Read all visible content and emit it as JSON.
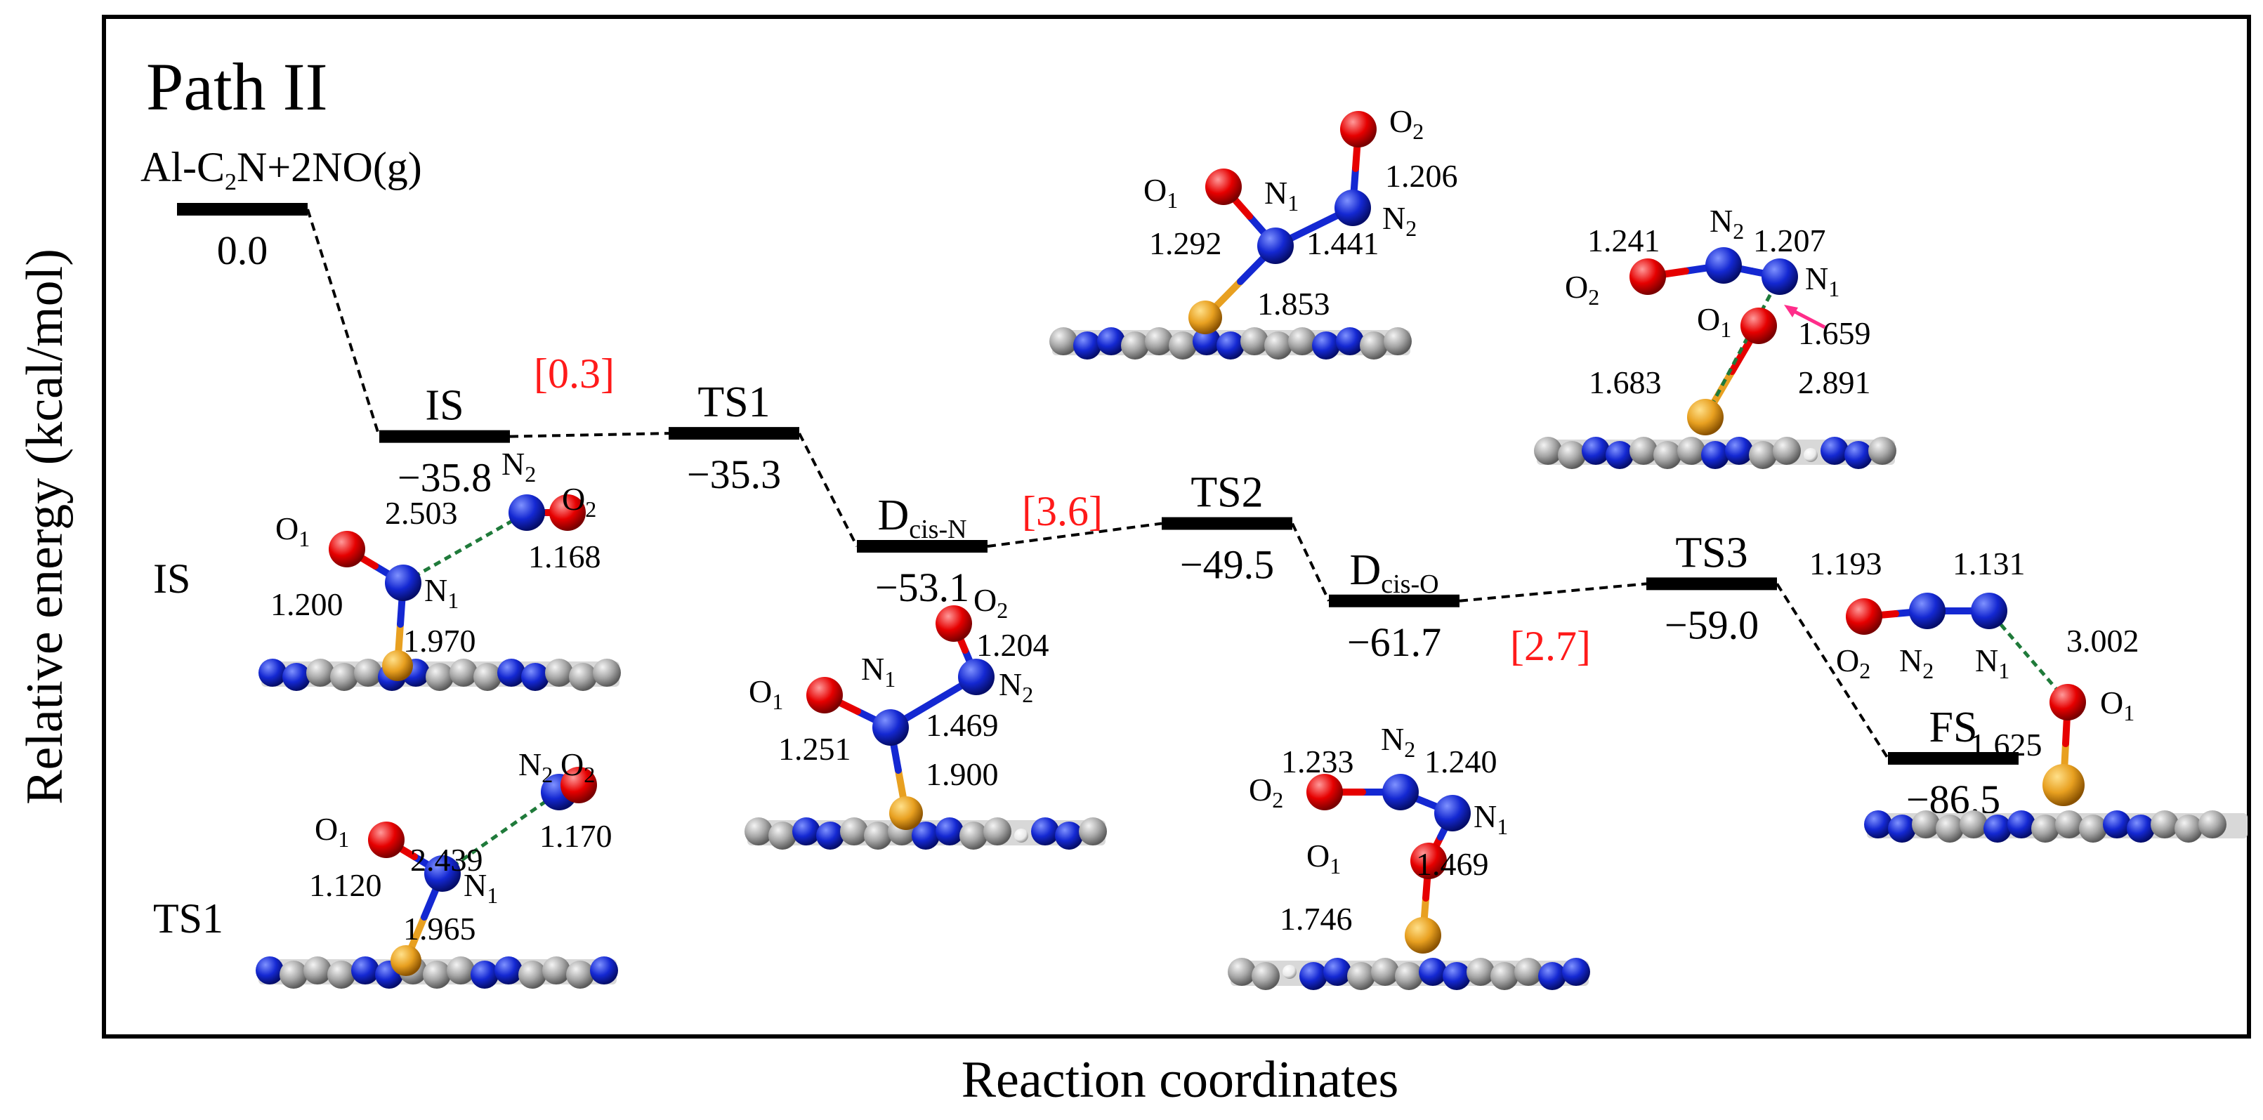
{
  "chart_data": {
    "type": "energy-profile",
    "title": "Path II",
    "ylabel": "Relative energy (kcal/mol)",
    "xlabel": "Reaction coordinates",
    "ylim": [
      -95,
      10
    ],
    "grid": false,
    "states": [
      {
        "id": "R",
        "label": "Al-C2N+2NO(g)",
        "energy": 0.0,
        "value_label": "0.0"
      },
      {
        "id": "IS",
        "label": "IS",
        "energy": -35.8,
        "value_label": "−35.8"
      },
      {
        "id": "TS1",
        "label": "TS1",
        "energy": -35.3,
        "value_label": "−35.3"
      },
      {
        "id": "DcisN",
        "label": "D",
        "label_sub": "cis-N",
        "energy": -53.1,
        "value_label": "−53.1"
      },
      {
        "id": "TS2",
        "label": "TS2",
        "energy": -49.5,
        "value_label": "−49.5"
      },
      {
        "id": "DcisO",
        "label": "D",
        "label_sub": "cis-O",
        "energy": -61.7,
        "value_label": "−61.7"
      },
      {
        "id": "TS3",
        "label": "TS3",
        "energy": -59.0,
        "value_label": "−59.0"
      },
      {
        "id": "FS",
        "label": "FS",
        "energy": -86.5,
        "value_label": "−86.5"
      }
    ],
    "barriers": [
      "[0.3]",
      "[3.6]",
      "[2.7]"
    ],
    "structure_labels": {
      "IS": "IS",
      "TS1": "TS1"
    },
    "geometry_annotations": {
      "IS": [
        "2.503",
        "1.168",
        "1.200",
        "1.970"
      ],
      "TS1": [
        "2.439",
        "1.170",
        "1.120",
        "1.965"
      ],
      "DcisN": [
        "1.204",
        "1.469",
        "1.251",
        "1.900"
      ],
      "TS2": [
        "1.206",
        "1.292",
        "1.441",
        "1.853"
      ],
      "DcisO": [
        "1.233",
        "1.240",
        "1.469",
        "1.746"
      ],
      "TS3": [
        "1.241",
        "1.207",
        "1.659",
        "1.683",
        "2.891"
      ],
      "FS": [
        "1.193",
        "1.131",
        "3.002",
        "1.625"
      ]
    },
    "colors": {
      "level": "#000000",
      "barrier": "#ff1a1a",
      "nitrogen": "#1428d2",
      "oxygen": "#e60000",
      "aluminium": "#e8a020",
      "carbon": "#a8a8a8",
      "hydrogen": "#ffffff",
      "contact": "#1f7a3a"
    }
  }
}
